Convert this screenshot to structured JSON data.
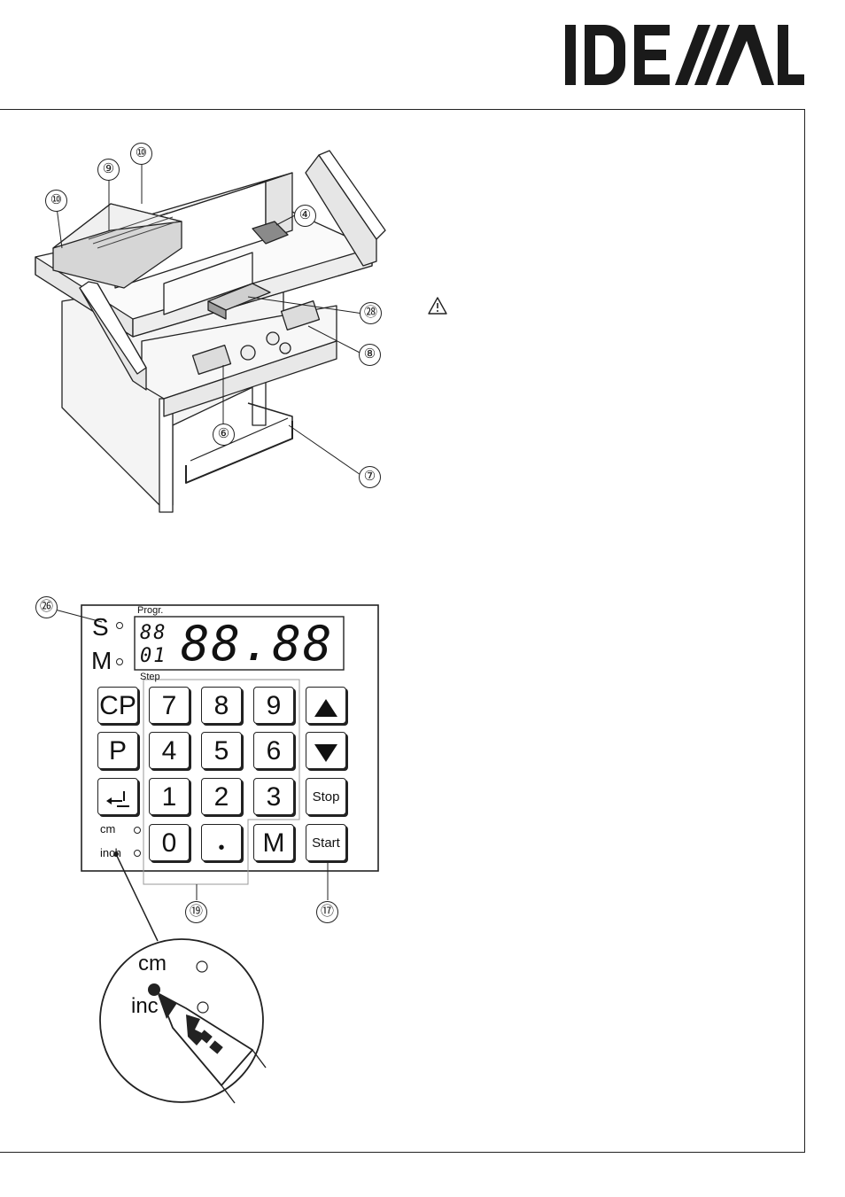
{
  "brand": {
    "logo_text": "IDEAL"
  },
  "machine_figure": {
    "callouts": {
      "c10a": "⑩",
      "c9": "⑨",
      "c10b": "⑩",
      "c4": "④",
      "c28": "㉘",
      "c8": "⑧",
      "c6": "⑥",
      "c7": "⑦"
    }
  },
  "control_panel": {
    "callouts": {
      "c26": "㉖",
      "c19": "⑲",
      "c17": "⑰"
    },
    "labels": {
      "s": "S",
      "m": "M",
      "progr": "Progr.",
      "step": "Step",
      "cm": "cm",
      "inch": "inch"
    },
    "display": {
      "program": "88",
      "step": "01",
      "main": "88.88"
    },
    "keys": {
      "cp": "CP",
      "p": "P",
      "n7": "7",
      "n8": "8",
      "n9": "9",
      "n4": "4",
      "n5": "5",
      "n6": "6",
      "n1": "1",
      "n2": "2",
      "n3": "3",
      "n0": "0",
      "dot": "•",
      "m": "M",
      "stop": "Stop",
      "start": "Start"
    },
    "zoom": {
      "cm": "cm",
      "inch": "inc"
    }
  },
  "colors": {
    "ink": "#1a1a1a",
    "paper": "#ffffff",
    "grey": "#bdbdbd"
  },
  "icons": {
    "warning": "warning-triangle-icon",
    "up": "arrow-up-icon",
    "down": "arrow-down-icon",
    "enter": "enter-icon"
  }
}
